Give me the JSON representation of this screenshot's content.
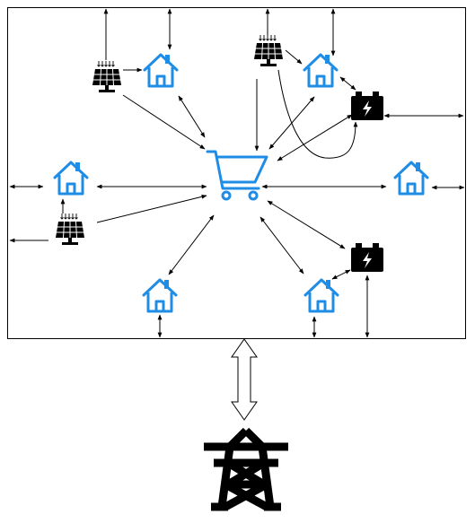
{
  "diagram": {
    "style": {
      "house_color": "#1f8ce6",
      "cart_color": "#1f8ce6",
      "line_color": "#000000",
      "battery_color": "#000000",
      "solar_color": "#000000",
      "tower_color": "#000000",
      "boundary_color": "#000000"
    },
    "nodes": [
      {
        "id": "house-top-left",
        "type": "house-icon"
      },
      {
        "id": "house-top-right",
        "type": "house-icon"
      },
      {
        "id": "house-mid-left",
        "type": "house-icon"
      },
      {
        "id": "house-mid-right",
        "type": "house-icon"
      },
      {
        "id": "house-bottom-left",
        "type": "house-icon"
      },
      {
        "id": "house-bottom-right",
        "type": "house-icon"
      },
      {
        "id": "solar-panel-top-left",
        "type": "solar-panel-icon"
      },
      {
        "id": "solar-panel-top-center",
        "type": "solar-panel-icon"
      },
      {
        "id": "solar-panel-mid-left",
        "type": "solar-panel-icon"
      },
      {
        "id": "battery-top-right",
        "type": "battery-icon"
      },
      {
        "id": "battery-bottom-right",
        "type": "battery-icon"
      },
      {
        "id": "marketplace-cart",
        "type": "shopping-cart-icon"
      },
      {
        "id": "utility-grid-tower",
        "type": "transmission-tower-icon"
      }
    ]
  }
}
